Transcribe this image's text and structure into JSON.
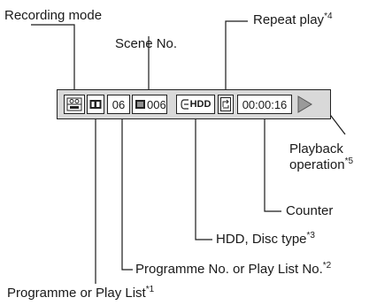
{
  "labels": {
    "recording_mode": "Recording mode",
    "scene_no": "Scene No.",
    "repeat_play": "Repeat play",
    "repeat_play_note": "*4",
    "playback_operation_line1": "Playback",
    "playback_operation_line2": "operation",
    "playback_operation_note": "*5",
    "counter": "Counter",
    "hdd_disc_type": "HDD, Disc type",
    "hdd_disc_type_note": "*3",
    "programme_no": "Programme No. or Play List No.",
    "programme_no_note": "*2",
    "programme_or_play_list": "Programme or Play List",
    "programme_or_play_list_note": "*1"
  },
  "display": {
    "programme_number": "06",
    "scene_number": "006",
    "media_type": "HDD",
    "counter_value": "00:00:16"
  },
  "icons": {
    "recording_mode": "camera-film-icon",
    "programme_type": "programme-icon",
    "scene": "scene-icon",
    "media": "disc-icon",
    "repeat": "repeat-icon",
    "playback": "play-triangle-icon"
  },
  "colors": {
    "panel": "#d9d9d9",
    "play_triangle": "#9a9a9a"
  }
}
